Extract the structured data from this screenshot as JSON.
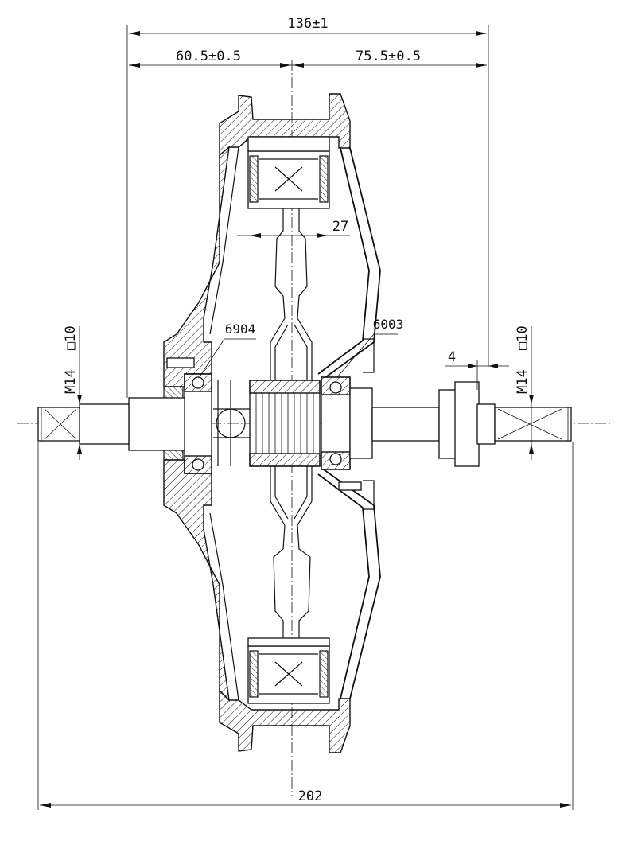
{
  "dimensions": {
    "overall_width": "136±1",
    "left_width": "60.5±0.5",
    "right_width": "75.5±0.5",
    "axle_length": "202",
    "magnet_width": "27",
    "spacer": "4"
  },
  "bearings": {
    "left": "6904",
    "right": "6003"
  },
  "axle_ends": {
    "left_thread": "M14",
    "left_flat": "□10",
    "right_thread": "M14",
    "right_flat": "□10"
  }
}
